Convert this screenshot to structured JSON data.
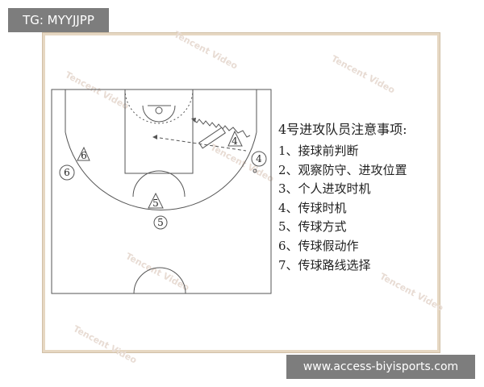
{
  "top_badge": {
    "text": "TG: MYYJJPP"
  },
  "bottom_badge": {
    "text": "www.access-biyisports.com"
  },
  "watermark": {
    "text": "Tencent Video"
  },
  "court": {
    "players": [
      {
        "label": "4",
        "shape": "triangle",
        "role": "offense"
      },
      {
        "label": "4",
        "shape": "circle",
        "role": "defense"
      },
      {
        "label": "6",
        "shape": "triangle",
        "role": "offense"
      },
      {
        "label": "6",
        "shape": "circle",
        "role": "defense"
      },
      {
        "label": "5",
        "shape": "triangle",
        "role": "offense"
      },
      {
        "label": "5",
        "shape": "circle",
        "role": "defense"
      }
    ]
  },
  "notes": {
    "title": "4号进攻队员注意事项:",
    "items": [
      "1、接球前判断",
      "2、观察防守、进攻位置",
      "3、个人进攻时机",
      "4、传球时机",
      "5、传球方式",
      "6、传球假动作",
      "7、传球路线选择"
    ]
  },
  "colors": {
    "frame": "#e6d7c2",
    "badge": "#7d7d7d",
    "lines": "#555555"
  }
}
